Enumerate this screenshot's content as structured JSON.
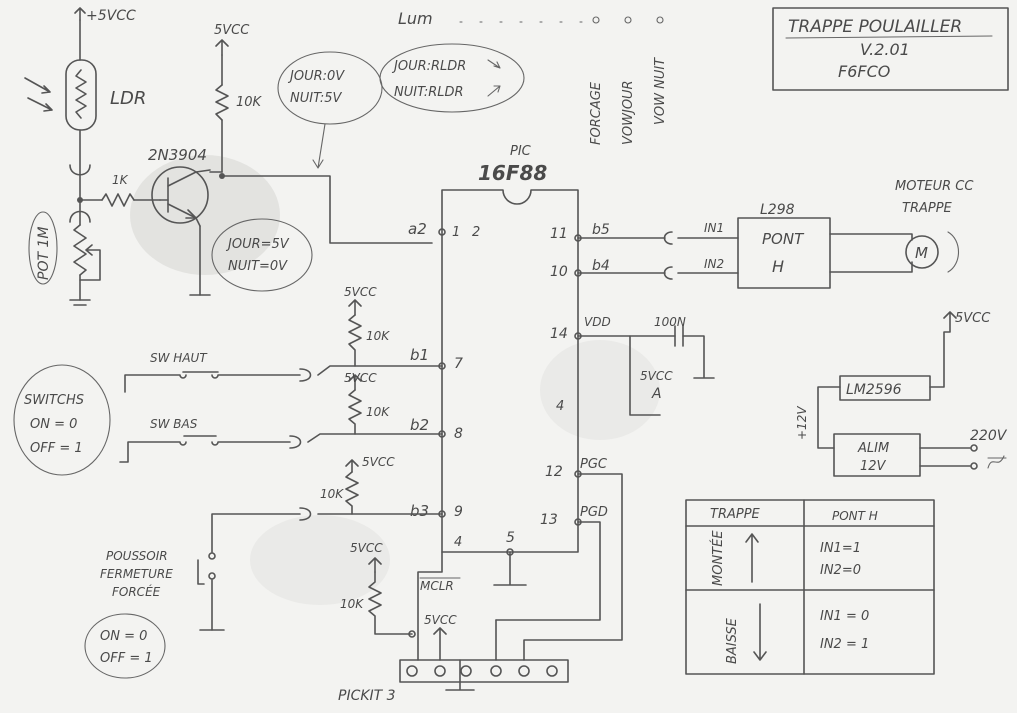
{
  "title_box": {
    "line1": "TRAPPE POULAILLER",
    "line2": "V.2.01",
    "line3": "F6FCO"
  },
  "top_note": "Lum",
  "vertical_labels": [
    "FORCAGE",
    "VOWJOUR",
    "VOW NUIT"
  ],
  "ldr": {
    "vcc": "+5VCC",
    "label": "LDR"
  },
  "pot": {
    "label": "POT 1M"
  },
  "r_1k": "1K",
  "transistor": "2N3904",
  "r_10k_top": {
    "vcc": "5VCC",
    "value": "10K"
  },
  "bubble_in": {
    "line1": "JOUR:0V",
    "line2": "NUIT:5V"
  },
  "bubble_ldr": {
    "line1": "JOUR:RLDR",
    "line2": "NUIT:RLDR"
  },
  "bubble_out": {
    "line1": "JOUR=5V",
    "line2": "NUIT=0V"
  },
  "pic": {
    "line1": "PIC",
    "line2": "16F88"
  },
  "pins": {
    "a2": "a2",
    "p1": "1",
    "p2": "2",
    "p11": "11",
    "b5": "b5",
    "p10": "10",
    "b4": "b4",
    "p14": "14",
    "vdd": "VDD",
    "p4r": "4",
    "b1": "b1",
    "p7": "7",
    "b2": "b2",
    "p8": "8",
    "b3": "b3",
    "p9": "9",
    "p4": "4",
    "p5": "5",
    "p12": "12",
    "pgc": "PGC",
    "p13": "13",
    "pgd": "PGD",
    "mclr": "MCLR"
  },
  "cap": {
    "value": "100N",
    "vcc": "5VCC",
    "mark": "A"
  },
  "pullups": {
    "vcc1": "5VCC",
    "r1": "10K",
    "vcc2": "5VCC",
    "r2": "10K",
    "vcc3": "5VCC",
    "r3": "10K"
  },
  "switches": {
    "haut": "SW HAUT",
    "bas": "SW BAS"
  },
  "switches_bubble": {
    "line1": "SWITCHS",
    "line2": "ON = 0",
    "line3": "OFF = 1"
  },
  "pushbutton": {
    "line1": "POUSSOIR",
    "line2": "FERMETURE",
    "line3": "FORCÉE"
  },
  "push_bubble": {
    "line1": "ON = 0",
    "line2": "OFF = 1"
  },
  "mclr_pull": {
    "vcc": "5VCC",
    "value": "10K"
  },
  "pickit": {
    "vcc": "5VCC",
    "label": "PICKIT 3"
  },
  "driver": {
    "ic": "L298",
    "box1": "PONT",
    "box2": "H",
    "in1": "IN1",
    "in2": "IN2"
  },
  "motor": {
    "line1": "MOTEUR CC",
    "line2": "TRAPPE",
    "symbol": "M"
  },
  "regulator": {
    "vout": "5VCC",
    "ic": "LM2596",
    "vin": "+12V"
  },
  "psu": {
    "line1": "ALIM",
    "line2": "12V",
    "mains": "220V"
  },
  "table": {
    "headers": [
      "TRAPPE",
      "PONT H"
    ],
    "rows": [
      {
        "label": "MONTÉE",
        "line1": "IN1=1",
        "line2": "IN2=0"
      },
      {
        "label": "BAISSE",
        "line1": "IN1 = 0",
        "line2": "IN2 = 1"
      }
    ]
  }
}
